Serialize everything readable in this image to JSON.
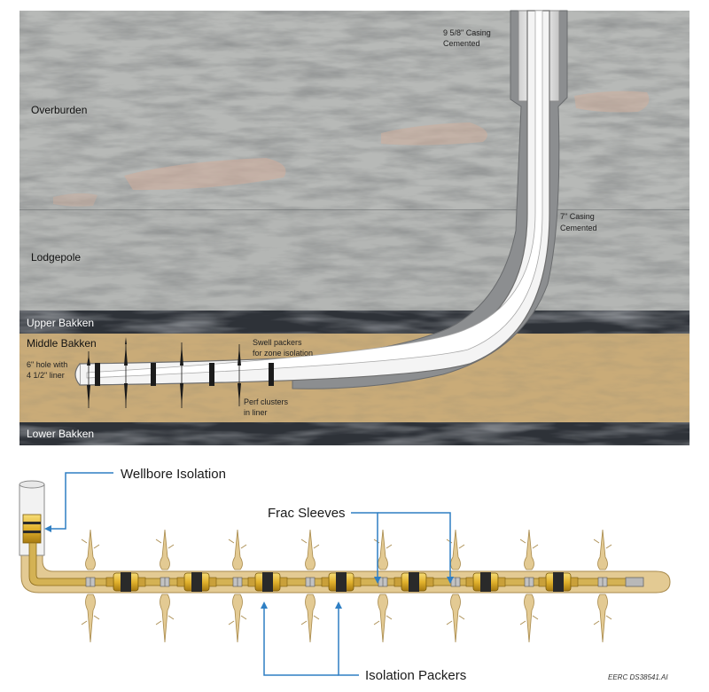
{
  "top_diagram": {
    "layers": {
      "overburden": "Overburden",
      "lodgepole": "Lodgepole",
      "upper_bakken": "Upper Bakken",
      "middle_bakken": "Middle Bakken",
      "lower_bakken": "Lower Bakken"
    },
    "annotations": {
      "casing_958_l1": "9 5/8\" Casing",
      "casing_958_l2": "Cemented",
      "casing_7_l1": "7\" Casing",
      "casing_7_l2": "Cemented",
      "hole_l1": "6\" hole with",
      "hole_l2": "4 1/2\" liner",
      "swell_l1": "Swell packers",
      "swell_l2": "for zone isolation",
      "perf_l1": "Perf clusters",
      "perf_l2": "in liner"
    }
  },
  "bottom_diagram": {
    "labels": {
      "wellbore_isolation": "Wellbore Isolation",
      "frac_sleeves": "Frac Sleeves",
      "isolation_packers": "Isolation Packers"
    },
    "credit": "EERC DS38541.AI"
  },
  "colors": {
    "rock_gray": "#b4b6b4",
    "shale_dark": "#2e3238",
    "sand_tan": "#c9ab78",
    "pipe_white": "#f4f4f4",
    "cement_gray": "#888a8c",
    "callout_blue": "#2f7fc4",
    "packer_yellow": "#e2b22c",
    "bottom_tan": "#e3ca93"
  }
}
